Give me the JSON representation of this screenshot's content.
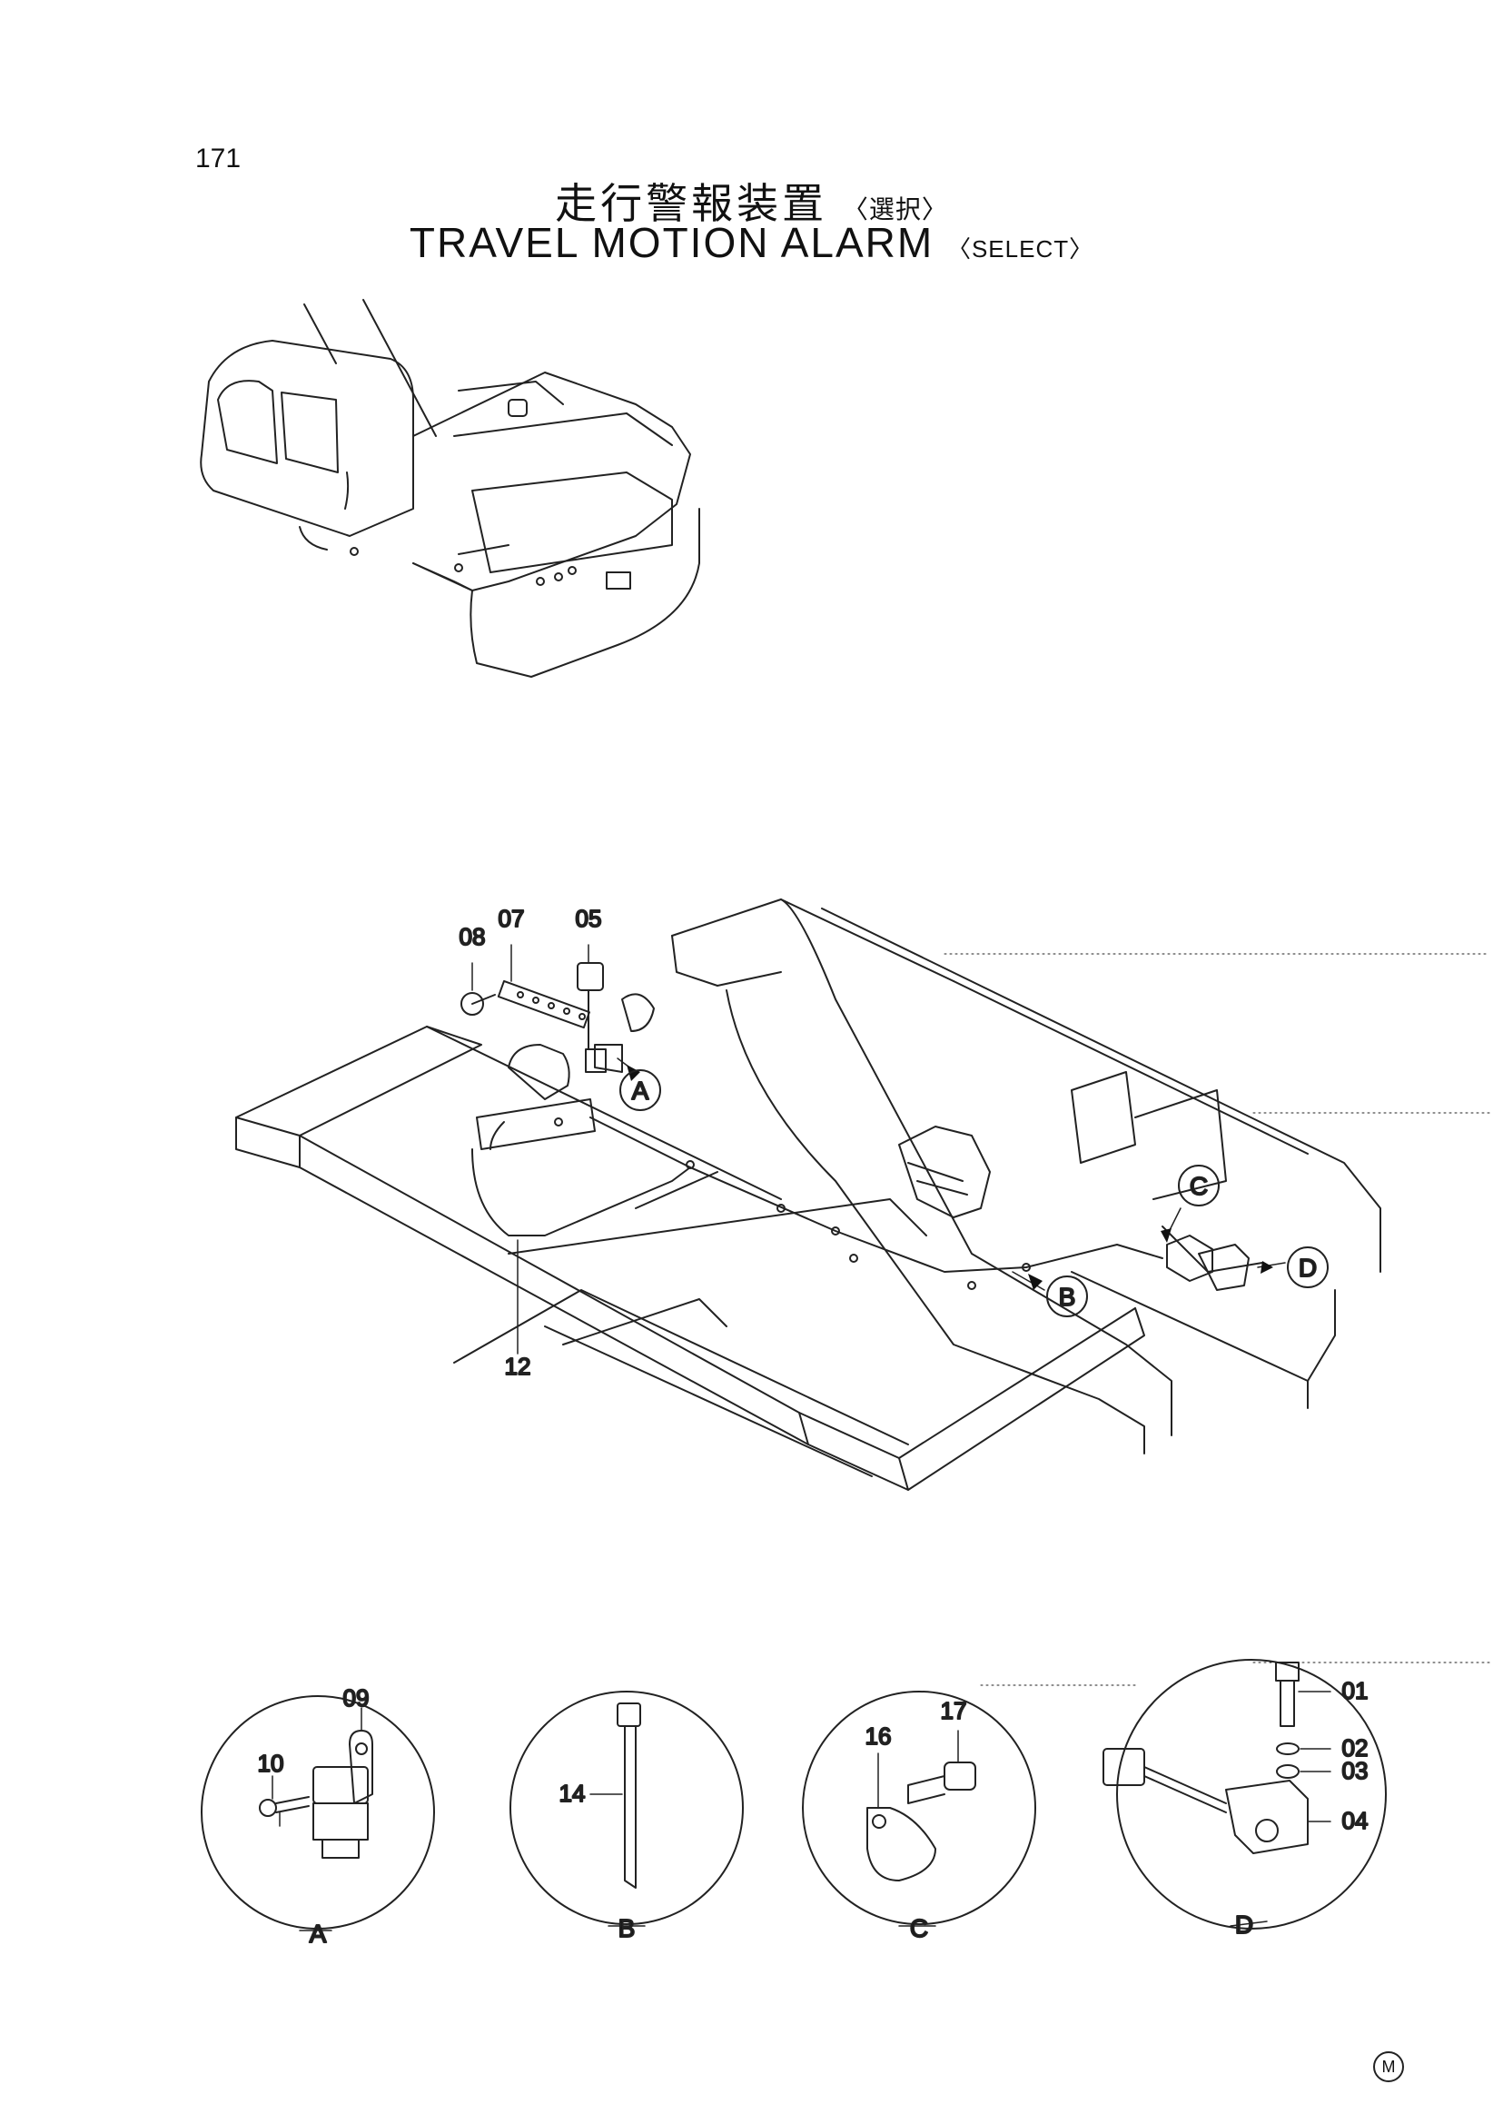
{
  "page": {
    "number": "171",
    "title_jp": "走行警報装置",
    "title_jp_select": "〈選択〉",
    "title_en": "TRAVEL MOTION ALARM",
    "title_en_select": "〈SELECT〉",
    "manufacturer_mark": "M"
  },
  "main_callouts": {
    "c08": "08",
    "c07": "07",
    "c05": "05",
    "c12": "12",
    "ref_a": "A",
    "ref_b": "B",
    "ref_c": "C",
    "ref_d": "D"
  },
  "details": {
    "a": {
      "letter": "A",
      "parts": [
        "09",
        "10"
      ]
    },
    "b": {
      "letter": "B",
      "parts": [
        "14"
      ]
    },
    "c": {
      "letter": "C",
      "parts": [
        "17",
        "16"
      ]
    },
    "d": {
      "letter": "D",
      "parts": [
        "01",
        "02",
        "03",
        "04"
      ]
    }
  }
}
